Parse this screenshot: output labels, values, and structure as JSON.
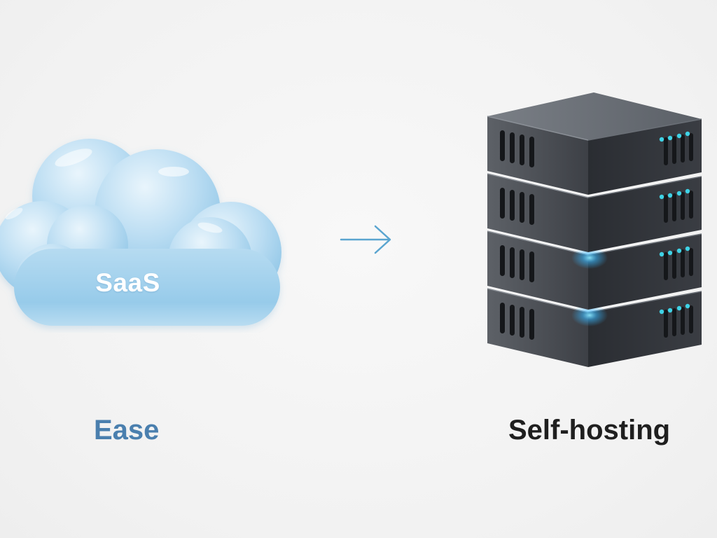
{
  "diagram": {
    "left": {
      "icon": "cloud-icon",
      "label": "SaaS",
      "caption": "Ease",
      "caption_color": "#4a7fae",
      "icon_color": "#a9d4ee"
    },
    "connector": {
      "icon": "arrow-right-icon",
      "color": "#5aa5d0"
    },
    "right": {
      "icon": "server-stack-icon",
      "caption": "Self-hosting",
      "caption_color": "#1f1f1f",
      "server_units": 4,
      "led_color": "#3fd3e6",
      "glow_color": "#39b8ff"
    }
  }
}
